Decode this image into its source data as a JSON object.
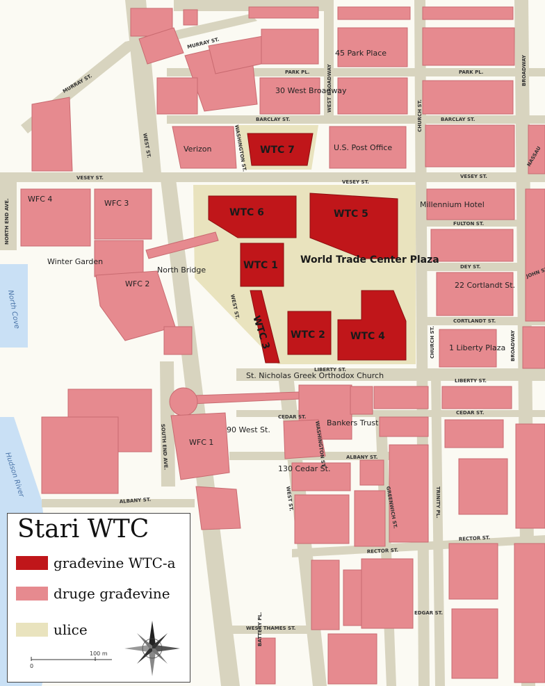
{
  "colors": {
    "wtc": "#c0161a",
    "other": "#e68a8f",
    "plaza": "#e9e3be",
    "street": "#d8d4bf",
    "water": "#c9e0f5",
    "land": "#fbfaf3"
  },
  "streets": [
    "MURRAY ST.",
    "MURRAY ST.",
    "PARK PL.",
    "PARK PL.",
    "BARCLAY ST.",
    "BARCLAY ST.",
    "VESEY ST.",
    "VESEY ST.",
    "VESEY ST.",
    "WEST BROADWAY",
    "CHURCH ST.",
    "BROADWAY",
    "WASHINGTON ST.",
    "WEST ST.",
    "NORTH END AVE.",
    "FULTON ST.",
    "DEY ST.",
    "CORTLANDT ST.",
    "LIBERTY ST.",
    "LIBERTY ST.",
    "CEDAR ST.",
    "CEDAR ST.",
    "ALBANY ST.",
    "ALBANY ST.",
    "RECTOR ST.",
    "RECTOR ST.",
    "WEST THAMES ST.",
    "TRINITY PL.",
    "GREENWICH ST.",
    "SOUTH END AVE.",
    "BATTERY PL.",
    "EDGAR ST.",
    "WEST ST.",
    "WASHINGTON ST.",
    "CHURCH ST.",
    "BROADWAY",
    "WEST ST.",
    "JOHN ST.",
    "NASSAU"
  ],
  "buildings": {
    "park45": "45 Park Place",
    "westbroadway30": "30 West Broadway",
    "verizon": "Verizon",
    "postoffice": "U.S. Post Office",
    "wfc4": "WFC 4",
    "wfc3": "WFC 3",
    "wfc2": "WFC 2",
    "wfc1": "WFC 1",
    "winter_garden": "Winter Garden",
    "north_bridge": "North Bridge",
    "millennium": "Millennium Hotel",
    "cortlandt22": "22 Cortlandt St.",
    "liberty1": "1 Liberty Plaza",
    "stnicholas": "St. Nicholas Greek Orthodox Church",
    "west90": "90 West St.",
    "bankers": "Bankers Trust",
    "cedar130": "130 Cedar St."
  },
  "wtc": {
    "wtc7": "WTC 7",
    "wtc6": "WTC 6",
    "wtc5": "WTC 5",
    "wtc1": "WTC 1",
    "wtc2": "WTC 2",
    "wtc3": "WTC 3",
    "wtc4": "WTC 4",
    "plaza": "World Trade Center Plaza"
  },
  "water": {
    "north_cove": "North Cove",
    "hudson": "Hudson River"
  },
  "legend": {
    "title": "Stari WTC",
    "items": [
      {
        "label": "građevine WTC-a"
      },
      {
        "label": "druge građevine"
      },
      {
        "label": "ulice"
      }
    ],
    "scale_start": "0",
    "scale_end": "100 m"
  }
}
